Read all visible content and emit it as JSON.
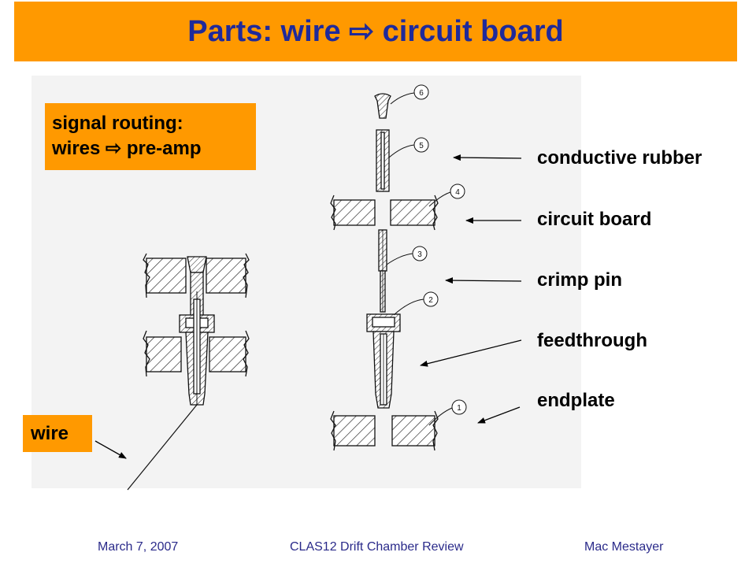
{
  "title": {
    "prefix": "Parts: wire",
    "arrow_glyph": "⇨",
    "suffix": "circuit board"
  },
  "callouts": {
    "signal_line1": "signal routing:",
    "signal_line2_prefix": "wires",
    "signal_line2_arrow": "⇨",
    "signal_line2_suffix": "pre-amp",
    "wire": "wire"
  },
  "parts": [
    {
      "label": "conductive rubber",
      "number": "5"
    },
    {
      "label": "circuit board",
      "number": "4"
    },
    {
      "label": "crimp pin",
      "number": "3"
    },
    {
      "label": "feedthrough",
      "number": "2"
    },
    {
      "label": "endplate",
      "number": "1"
    }
  ],
  "balloon_top": {
    "number": "6"
  },
  "footer": {
    "date": "March 7, 2007",
    "event": "CLAS12 Drift Chamber Review",
    "author": "Mac Mestayer"
  },
  "colors": {
    "title_bar": "#ff9900",
    "title_text": "#1f2a9a",
    "footer_text": "#2a2a8a",
    "drawing_bg": "#f3f3f3"
  }
}
